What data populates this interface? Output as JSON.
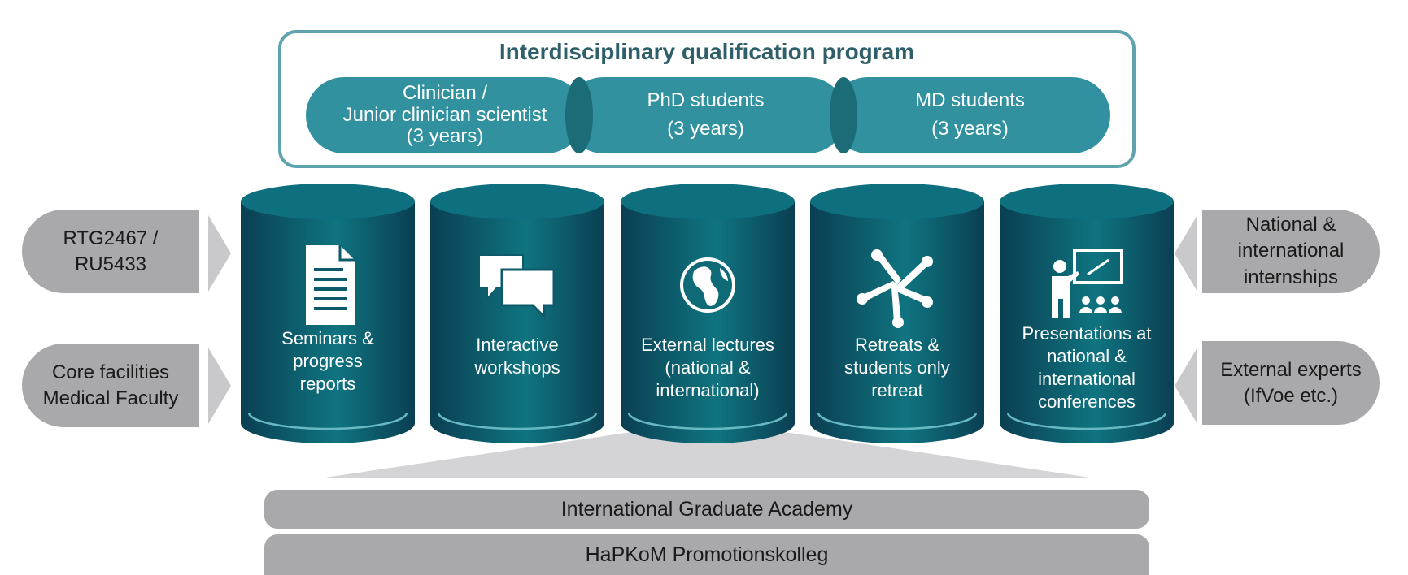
{
  "program": {
    "title": "Interdisciplinary qualification program",
    "tracks": [
      {
        "line1": "Clinician /",
        "line2": "Junior clinician scientist",
        "line3": "(3 years)"
      },
      {
        "line1": "PhD students",
        "line2": "(3 years)"
      },
      {
        "line1": "MD students",
        "line2": "(3 years)"
      }
    ]
  },
  "left_inputs": [
    {
      "line1": "RTG2467 /",
      "line2": "RU5433"
    },
    {
      "line1": "Core facilities",
      "line2": "Medical Faculty"
    }
  ],
  "right_inputs": [
    {
      "line1": "National &",
      "line2": "international",
      "line3": "internships"
    },
    {
      "line1": "External experts",
      "line2": "(IfVoe etc.)"
    }
  ],
  "columns": [
    {
      "icon": "document-icon",
      "lines": [
        "Seminars &",
        "progress",
        "reports"
      ]
    },
    {
      "icon": "speech-bubbles-icon",
      "lines": [
        "Interactive",
        "workshops"
      ]
    },
    {
      "icon": "globe-icon",
      "lines": [
        "External lectures",
        "(national &",
        "international)"
      ]
    },
    {
      "icon": "joined-hands-icon",
      "lines": [
        "Retreats &",
        "students only",
        "retreat"
      ]
    },
    {
      "icon": "presentation-icon",
      "lines": [
        "Presentations at",
        "national &",
        "international",
        "conferences"
      ]
    }
  ],
  "foundation": {
    "bar1": "International Graduate Academy",
    "bar2": "HaPKoM Promotionskolleg"
  },
  "colors": {
    "teal_pill": "#298d9c",
    "teal_dark": "#0d4f63",
    "teal_mid": "#0f7480",
    "grey_box": "#a9a9ab",
    "outline": "#5ea3ad"
  }
}
